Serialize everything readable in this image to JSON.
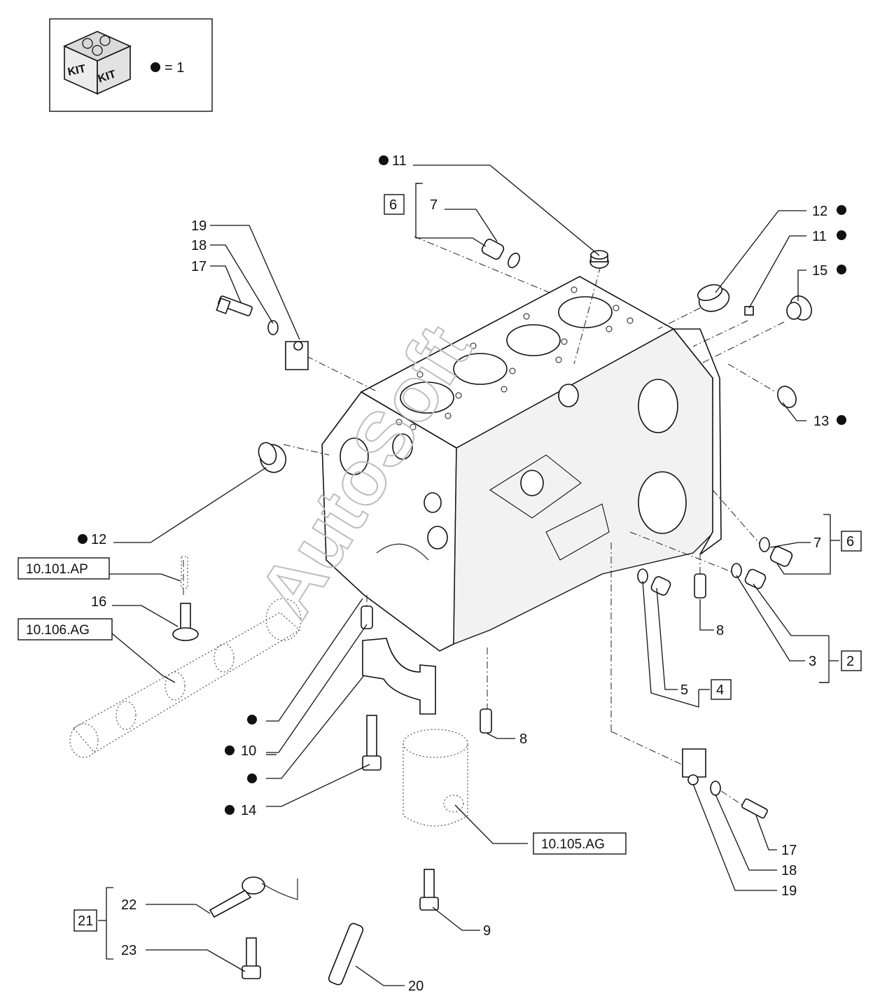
{
  "legend": {
    "kit_text_1": "KIT",
    "kit_text_2": "KIT",
    "equation": "= 1"
  },
  "watermark": "AutoSoft",
  "labels": {
    "l11_top": "11",
    "l6_top": "6",
    "l7_top": "7",
    "l19_left": "19",
    "l18_left": "18",
    "l17_left": "17",
    "l12_right": "12",
    "l11_right": "11",
    "l15_right": "15",
    "l13_right": "13",
    "l12_left": "12",
    "l16": "16",
    "l10": "10",
    "l14": "14",
    "l8_mid": "8",
    "l8_bot": "8",
    "l7_right": "7",
    "l6_right": "6",
    "l3": "3",
    "l2": "2",
    "l5": "5",
    "l4": "4",
    "l17_right": "17",
    "l18_right": "18",
    "l19_right": "19",
    "l9": "9",
    "l20": "20",
    "l21": "21",
    "l22": "22",
    "l23": "23"
  },
  "references": {
    "ap": "10.101.AP",
    "ag106": "10.106.AG",
    "ag105": "10.105.AG"
  }
}
